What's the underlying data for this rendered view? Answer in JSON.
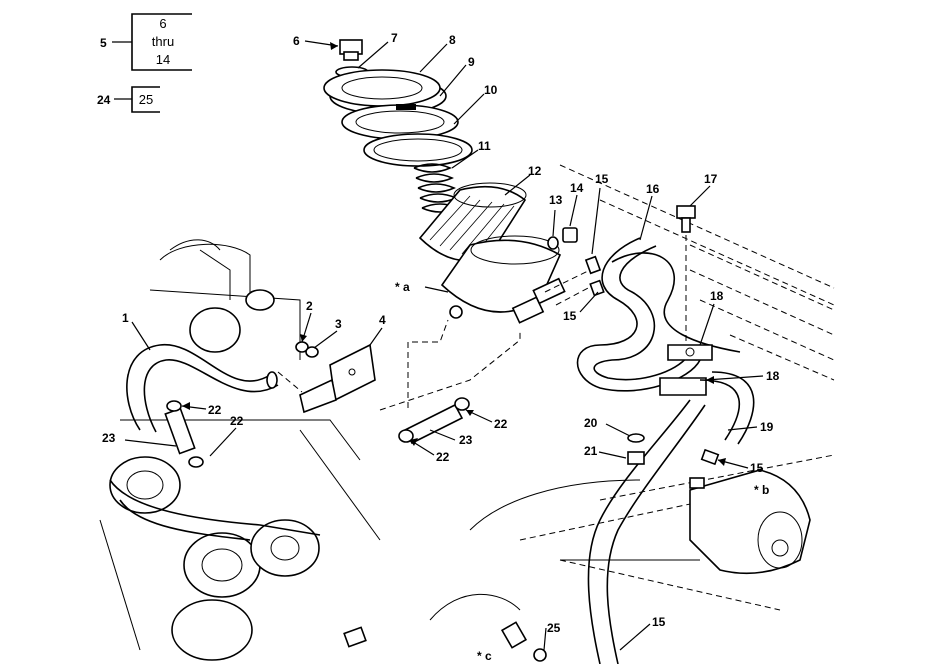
{
  "index_boxes": [
    {
      "key": "5",
      "lines": [
        "6",
        "thru",
        "14"
      ]
    },
    {
      "key": "24",
      "lines": [
        "25"
      ]
    }
  ],
  "callouts": {
    "c1": "1",
    "c2": "2",
    "c3": "3",
    "c4": "4",
    "c6": "6",
    "c7": "7",
    "c8": "8",
    "c9": "9",
    "c10": "10",
    "c11": "11",
    "c12": "12",
    "c13": "13",
    "c14": "14",
    "c15a": "15",
    "c15b": "15",
    "c15c": "15",
    "c15d": "15",
    "c16": "16",
    "c17": "17",
    "c18a": "18",
    "c18b": "18",
    "c19": "19",
    "c20": "20",
    "c21": "21",
    "c22a": "22",
    "c22b": "22",
    "c22c": "22",
    "c22d": "22",
    "c23a": "23",
    "c23b": "23",
    "c25": "25"
  },
  "reference_marks": {
    "a": "* a",
    "b": "* b",
    "c": "* c"
  }
}
